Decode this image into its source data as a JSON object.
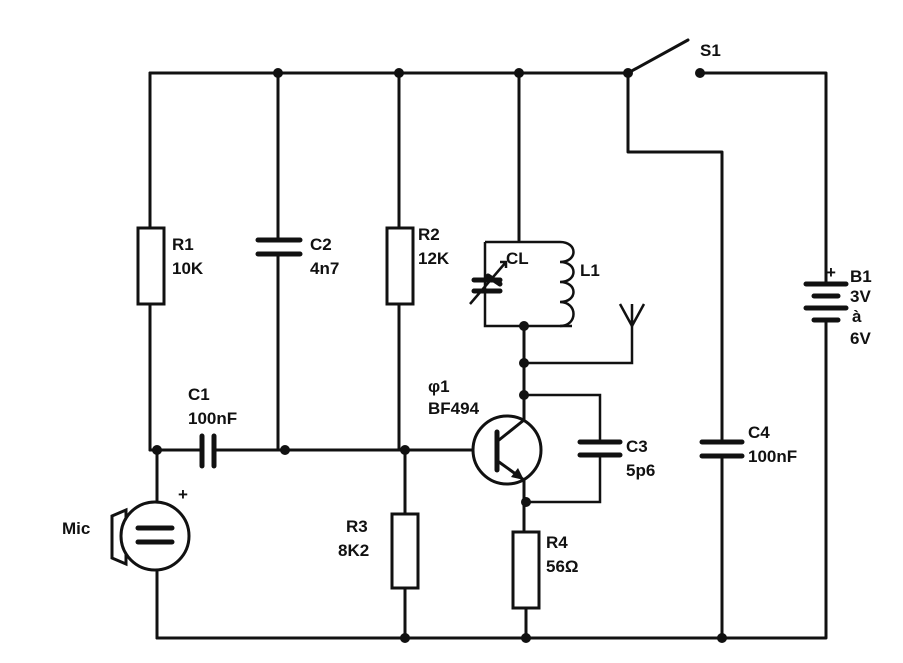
{
  "components": {
    "r1": {
      "name": "R1",
      "value": "10K"
    },
    "r2": {
      "name": "R2",
      "value": "12K"
    },
    "r3": {
      "name": "R3",
      "value": "8K2"
    },
    "r4": {
      "name": "R4",
      "value": "56Ω"
    },
    "c1": {
      "name": "C1",
      "value": "100nF"
    },
    "c2": {
      "name": "C2",
      "value": "4n7"
    },
    "c3": {
      "name": "C3",
      "value": "5p6"
    },
    "c4": {
      "name": "C4",
      "value": "100nF"
    },
    "cl": {
      "name": "CL"
    },
    "l1": {
      "name": "L1"
    },
    "q1": {
      "name": "φ1",
      "value": "BF494"
    },
    "mic": {
      "name": "Mic",
      "polarity": "+"
    },
    "s1": {
      "name": "S1"
    },
    "b1": {
      "name": "B1",
      "polarity": "+",
      "value_line1": "3V",
      "value_line2": "à",
      "value_line3": "6V"
    }
  }
}
